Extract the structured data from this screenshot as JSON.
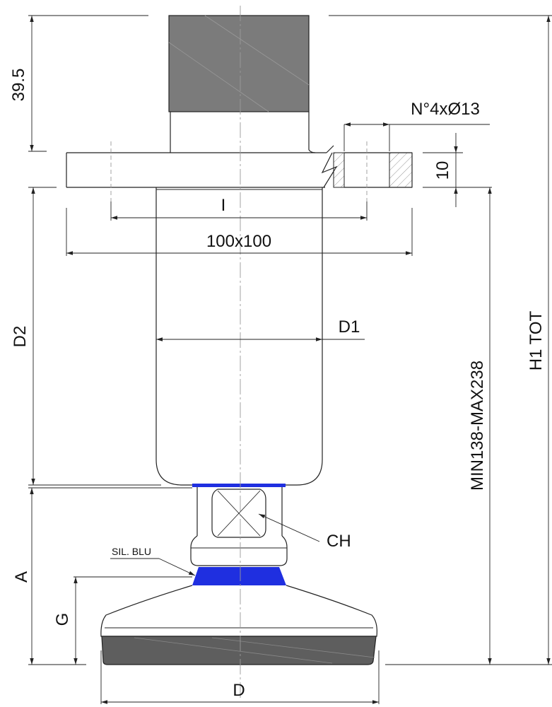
{
  "labels": {
    "dim_top": "39.5",
    "holes": "N°4xØ13",
    "flange_thickness": "10",
    "hole_spacing": "I",
    "flange_size": "100x100",
    "body_diameter": "D1",
    "body_height": "D2",
    "height_range": "MIN138-MAX238",
    "total_height": "H1 TOT",
    "hex": "CH",
    "seal": "SIL. BLU",
    "dim_a": "A",
    "dim_g": "G",
    "base_diameter": "D"
  },
  "colors": {
    "line": "#222222",
    "centerline": "#9a9a9a",
    "top_block": "#7b7b7b",
    "base_pad": "#5e5e5e",
    "seal_blue": "#1f2fe0"
  }
}
